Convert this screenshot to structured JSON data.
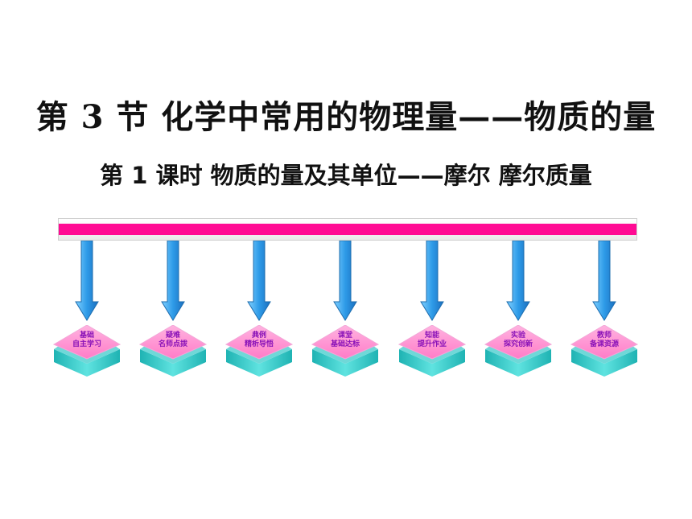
{
  "slide": {
    "title": "第 3 节    化学中常用的物理量——物质的量",
    "subtitle": "第 1 课时    物质的量及其单位——摩尔    摩尔质量"
  },
  "nav": {
    "items": [
      {
        "line1": "基础",
        "line2": "自主学习"
      },
      {
        "line1": "疑难",
        "line2": "名师点拨"
      },
      {
        "line1": "典例",
        "line2": "精析导悟"
      },
      {
        "line1": "课堂",
        "line2": "基础达标"
      },
      {
        "line1": "知能",
        "line2": "提升作业"
      },
      {
        "line1": "实验",
        "line2": "探究创新"
      },
      {
        "line1": "教师",
        "line2": "备课资源"
      }
    ]
  },
  "colors": {
    "bar": "#ff0a93",
    "arrow": "#2e9be8",
    "tile_top": "#ff8fd2",
    "tile_side": "#2ec9c9",
    "label_text": "#8a12b8"
  }
}
